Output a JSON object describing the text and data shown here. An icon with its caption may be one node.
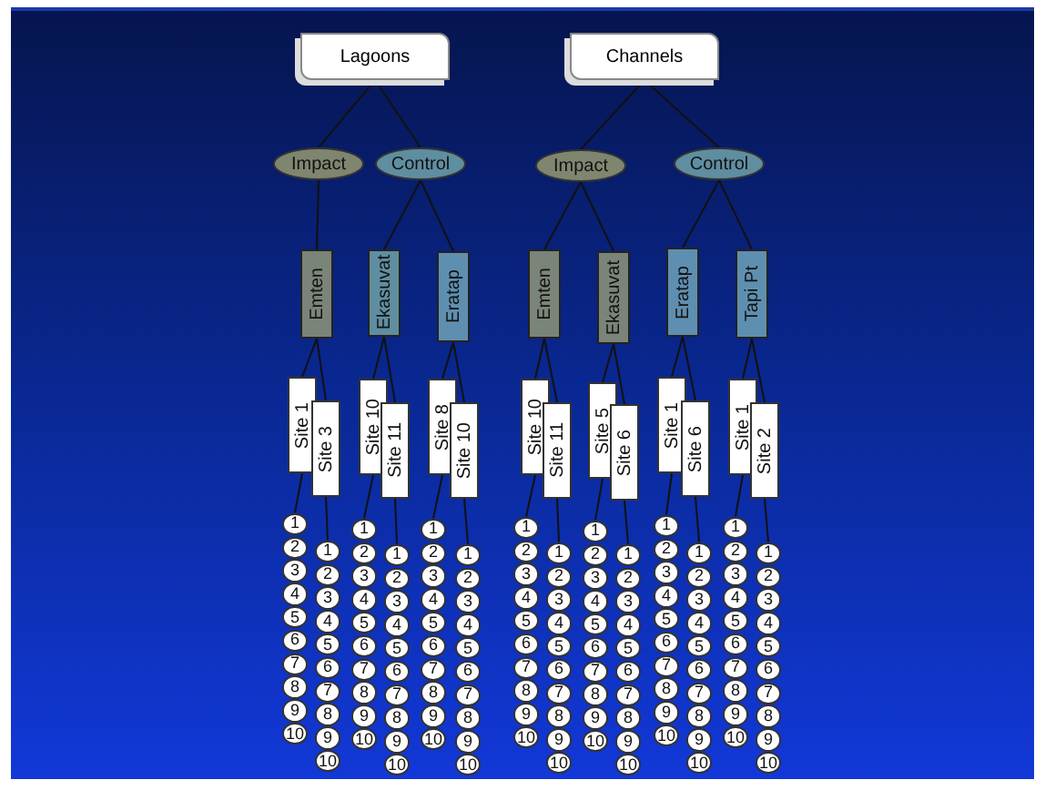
{
  "diagram": {
    "nodes": [
      {
        "text": [
          "Lagoons"
        ]
      },
      {
        "text": [
          "Channels"
        ]
      },
      {
        "text": [
          "Impact"
        ]
      },
      {
        "text": [
          "Control"
        ]
      },
      {
        "text": [
          "Impact"
        ]
      },
      {
        "text": [
          "Control"
        ]
      },
      {
        "text": [
          "Emten"
        ]
      },
      {
        "text": [
          "Ekasuvat"
        ]
      },
      {
        "text": [
          "Eratap"
        ]
      },
      {
        "text": [
          "Emten"
        ]
      },
      {
        "text": [
          "Ekasuvat"
        ]
      },
      {
        "text": [
          "Eratap"
        ]
      },
      {
        "text": [
          "Tapi Pt"
        ]
      },
      {
        "text": [
          "Site 1"
        ]
      },
      {
        "text": [
          "Site 3"
        ]
      },
      {
        "text": [
          "Site 10"
        ]
      },
      {
        "text": [
          "Site 11"
        ]
      },
      {
        "text": [
          "Site 8"
        ]
      },
      {
        "text": [
          "Site 10"
        ]
      },
      {
        "text": [
          "Site 10"
        ]
      },
      {
        "text": [
          "Site 11"
        ]
      },
      {
        "text": [
          "Site 5"
        ]
      },
      {
        "text": [
          "Site 6"
        ]
      },
      {
        "text": [
          "Site 1"
        ]
      },
      {
        "text": [
          "Site 6"
        ]
      },
      {
        "text": [
          "Site 1"
        ]
      },
      {
        "text": [
          "Site 2"
        ]
      },
      {
        "text": [
          "1"
        ]
      },
      {
        "text": [
          "2"
        ]
      },
      {
        "text": [
          "3"
        ]
      },
      {
        "text": [
          "4"
        ]
      },
      {
        "text": [
          "5"
        ]
      },
      {
        "text": [
          "6"
        ]
      },
      {
        "text": [
          "7"
        ]
      },
      {
        "text": [
          "8"
        ]
      },
      {
        "text": [
          "9"
        ]
      },
      {
        "text": [
          "10"
        ]
      },
      {
        "text": [
          "1"
        ]
      },
      {
        "text": [
          "2"
        ]
      },
      {
        "text": [
          "3"
        ]
      },
      {
        "text": [
          "4"
        ]
      },
      {
        "text": [
          "5"
        ]
      },
      {
        "text": [
          "6"
        ]
      },
      {
        "text": [
          "7"
        ]
      },
      {
        "text": [
          "8"
        ]
      },
      {
        "text": [
          "9"
        ]
      },
      {
        "text": [
          "10"
        ]
      },
      {
        "text": [
          "1"
        ]
      },
      {
        "text": [
          "2"
        ]
      },
      {
        "text": [
          "3"
        ]
      },
      {
        "text": [
          "4"
        ]
      },
      {
        "text": [
          "5"
        ]
      },
      {
        "text": [
          "6"
        ]
      },
      {
        "text": [
          "7"
        ]
      },
      {
        "text": [
          "8"
        ]
      },
      {
        "text": [
          "9"
        ]
      },
      {
        "text": [
          "10"
        ]
      },
      {
        "text": [
          "1"
        ]
      },
      {
        "text": [
          "2"
        ]
      },
      {
        "text": [
          "3"
        ]
      },
      {
        "text": [
          "4"
        ]
      },
      {
        "text": [
          "5"
        ]
      },
      {
        "text": [
          "6"
        ]
      },
      {
        "text": [
          "7"
        ]
      },
      {
        "text": [
          "8"
        ]
      },
      {
        "text": [
          "9"
        ]
      },
      {
        "text": [
          "10"
        ]
      },
      {
        "text": [
          "1"
        ]
      },
      {
        "text": [
          "2"
        ]
      },
      {
        "text": [
          "3"
        ]
      },
      {
        "text": [
          "4"
        ]
      },
      {
        "text": [
          "5"
        ]
      },
      {
        "text": [
          "6"
        ]
      },
      {
        "text": [
          "7"
        ]
      },
      {
        "text": [
          "8"
        ]
      },
      {
        "text": [
          "9"
        ]
      },
      {
        "text": [
          "10"
        ]
      },
      {
        "text": [
          "1"
        ]
      },
      {
        "text": [
          "2"
        ]
      },
      {
        "text": [
          "3"
        ]
      },
      {
        "text": [
          "4"
        ]
      },
      {
        "text": [
          "5"
        ]
      },
      {
        "text": [
          "6"
        ]
      },
      {
        "text": [
          "7"
        ]
      },
      {
        "text": [
          "8"
        ]
      },
      {
        "text": [
          "9"
        ]
      },
      {
        "text": [
          "10"
        ]
      },
      {
        "text": [
          "1"
        ]
      },
      {
        "text": [
          "2"
        ]
      },
      {
        "text": [
          "3"
        ]
      },
      {
        "text": [
          "4"
        ]
      },
      {
        "text": [
          "5"
        ]
      },
      {
        "text": [
          "6"
        ]
      },
      {
        "text": [
          "7"
        ]
      },
      {
        "text": [
          "8"
        ]
      },
      {
        "text": [
          "9"
        ]
      },
      {
        "text": [
          "10"
        ]
      },
      {
        "text": [
          "1"
        ]
      },
      {
        "text": [
          "2"
        ]
      },
      {
        "text": [
          "3"
        ]
      },
      {
        "text": [
          "4"
        ]
      },
      {
        "text": [
          "5"
        ]
      },
      {
        "text": [
          "6"
        ]
      },
      {
        "text": [
          "7"
        ]
      },
      {
        "text": [
          "8"
        ]
      },
      {
        "text": [
          "9"
        ]
      },
      {
        "text": [
          "10"
        ]
      },
      {
        "text": [
          "1"
        ]
      },
      {
        "text": [
          "2"
        ]
      },
      {
        "text": [
          "3"
        ]
      },
      {
        "text": [
          "4"
        ]
      },
      {
        "text": [
          "5"
        ]
      },
      {
        "text": [
          "6"
        ]
      },
      {
        "text": [
          "7"
        ]
      },
      {
        "text": [
          "8"
        ]
      },
      {
        "text": [
          "9"
        ]
      },
      {
        "text": [
          "10"
        ]
      },
      {
        "text": [
          "1"
        ]
      },
      {
        "text": [
          "2"
        ]
      },
      {
        "text": [
          "3"
        ]
      },
      {
        "text": [
          "4"
        ]
      },
      {
        "text": [
          "5"
        ]
      },
      {
        "text": [
          "6"
        ]
      },
      {
        "text": [
          "7"
        ]
      },
      {
        "text": [
          "8"
        ]
      },
      {
        "text": [
          "9"
        ]
      },
      {
        "text": [
          "10"
        ]
      },
      {
        "text": [
          "1"
        ]
      },
      {
        "text": [
          "2"
        ]
      },
      {
        "text": [
          "3"
        ]
      },
      {
        "text": [
          "4"
        ]
      },
      {
        "text": [
          "5"
        ]
      },
      {
        "text": [
          "6"
        ]
      },
      {
        "text": [
          "7"
        ]
      },
      {
        "text": [
          "8"
        ]
      },
      {
        "text": [
          "9"
        ]
      },
      {
        "text": [
          "10"
        ]
      },
      {
        "text": [
          "1"
        ]
      },
      {
        "text": [
          "2"
        ]
      },
      {
        "text": [
          "3"
        ]
      },
      {
        "text": [
          "4"
        ]
      },
      {
        "text": [
          "5"
        ]
      },
      {
        "text": [
          "6"
        ]
      },
      {
        "text": [
          "7"
        ]
      },
      {
        "text": [
          "8"
        ]
      },
      {
        "text": [
          "9"
        ]
      },
      {
        "text": [
          "10"
        ]
      },
      {
        "text": [
          "1"
        ]
      },
      {
        "text": [
          "2"
        ]
      },
      {
        "text": [
          "3"
        ]
      },
      {
        "text": [
          "4"
        ]
      },
      {
        "text": [
          "5"
        ]
      },
      {
        "text": [
          "6"
        ]
      },
      {
        "text": [
          "7"
        ]
      },
      {
        "text": [
          "8"
        ]
      },
      {
        "text": [
          "9"
        ]
      },
      {
        "text": [
          "10"
        ]
      },
      {
        "text": [
          "1"
        ]
      },
      {
        "text": [
          "2"
        ]
      },
      {
        "text": [
          "3"
        ]
      },
      {
        "text": [
          "4"
        ]
      },
      {
        "text": [
          "5"
        ]
      },
      {
        "text": [
          "6"
        ]
      },
      {
        "text": [
          "7"
        ]
      },
      {
        "text": [
          "8"
        ]
      },
      {
        "text": [
          "9"
        ]
      },
      {
        "text": [
          "10"
        ]
      }
    ],
    "edges": [
      {
        "from": 0,
        "to": 2,
        "arrow": "none"
      },
      {
        "from": 0,
        "to": 3,
        "arrow": "none"
      },
      {
        "from": 1,
        "to": 4,
        "arrow": "none"
      },
      {
        "from": 1,
        "to": 5,
        "arrow": "none"
      },
      {
        "from": 2,
        "to": 6,
        "arrow": "none"
      },
      {
        "from": 3,
        "to": 7,
        "arrow": "none"
      },
      {
        "from": 3,
        "to": 8,
        "arrow": "none"
      },
      {
        "from": 4,
        "to": 9,
        "arrow": "none"
      },
      {
        "from": 4,
        "to": 10,
        "arrow": "none"
      },
      {
        "from": 5,
        "to": 11,
        "arrow": "none"
      },
      {
        "from": 5,
        "to": 12,
        "arrow": "none"
      },
      {
        "from": 6,
        "to": 13,
        "arrow": "none"
      },
      {
        "from": 6,
        "to": 14,
        "arrow": "none"
      },
      {
        "from": 7,
        "to": 15,
        "arrow": "none"
      },
      {
        "from": 7,
        "to": 16,
        "arrow": "none"
      },
      {
        "from": 8,
        "to": 17,
        "arrow": "none"
      },
      {
        "from": 8,
        "to": 18,
        "arrow": "none"
      },
      {
        "from": 9,
        "to": 19,
        "arrow": "none"
      },
      {
        "from": 9,
        "to": 20,
        "arrow": "none"
      },
      {
        "from": 10,
        "to": 21,
        "arrow": "none"
      },
      {
        "from": 10,
        "to": 22,
        "arrow": "none"
      },
      {
        "from": 11,
        "to": 23,
        "arrow": "none"
      },
      {
        "from": 11,
        "to": 24,
        "arrow": "none"
      },
      {
        "from": 12,
        "to": 25,
        "arrow": "none"
      },
      {
        "from": 12,
        "to": 26,
        "arrow": "none"
      },
      {
        "from": 13,
        "to": 27,
        "arrow": "none"
      },
      {
        "from": 14,
        "to": 37,
        "arrow": "none"
      },
      {
        "from": 15,
        "to": 47,
        "arrow": "none"
      },
      {
        "from": 16,
        "to": 57,
        "arrow": "none"
      },
      {
        "from": 17,
        "to": 67,
        "arrow": "none"
      },
      {
        "from": 18,
        "to": 77,
        "arrow": "none"
      },
      {
        "from": 19,
        "to": 87,
        "arrow": "none"
      },
      {
        "from": 20,
        "to": 97,
        "arrow": "none"
      },
      {
        "from": 21,
        "to": 107,
        "arrow": "none"
      },
      {
        "from": 22,
        "to": 117,
        "arrow": "none"
      },
      {
        "from": 23,
        "to": 127,
        "arrow": "none"
      },
      {
        "from": 24,
        "to": 137,
        "arrow": "none"
      },
      {
        "from": 25,
        "to": 147,
        "arrow": "none"
      },
      {
        "from": 26,
        "to": 157,
        "arrow": "none"
      }
    ]
  }
}
